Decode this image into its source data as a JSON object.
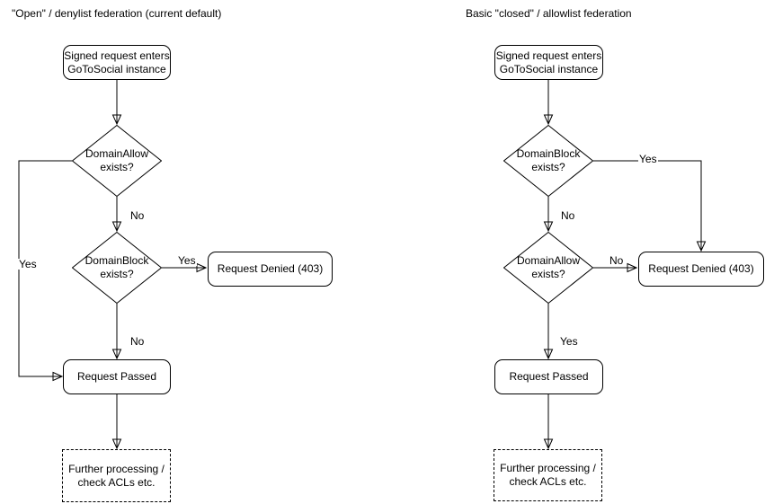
{
  "left": {
    "title": "\"Open\" / denylist federation (current default)",
    "start": "Signed request enters\nGoToSocial instance",
    "decision1": "DomainAllow\nexists?",
    "decision2": "DomainBlock\nexists?",
    "denied": "Request Denied (403)",
    "passed": "Request Passed",
    "further": "Further processing /\ncheck ACLs etc.",
    "labels": {
      "decision1_yes": "Yes",
      "decision1_no": "No",
      "decision2_yes": "Yes",
      "decision2_no": "No"
    }
  },
  "right": {
    "title": "Basic \"closed\" / allowlist federation",
    "start": "Signed request enters\nGoToSocial instance",
    "decision1": "DomainBlock\nexists?",
    "decision2": "DomainAllow\nexists?",
    "denied": "Request Denied (403)",
    "passed": "Request Passed",
    "further": "Further processing /\ncheck ACLs etc.",
    "labels": {
      "decision1_yes": "Yes",
      "decision1_no": "No",
      "decision2_no": "No",
      "decision2_yes": "Yes"
    }
  },
  "colors": {
    "stroke": "#000000",
    "text": "#000000",
    "canvas": "#ffffff"
  }
}
